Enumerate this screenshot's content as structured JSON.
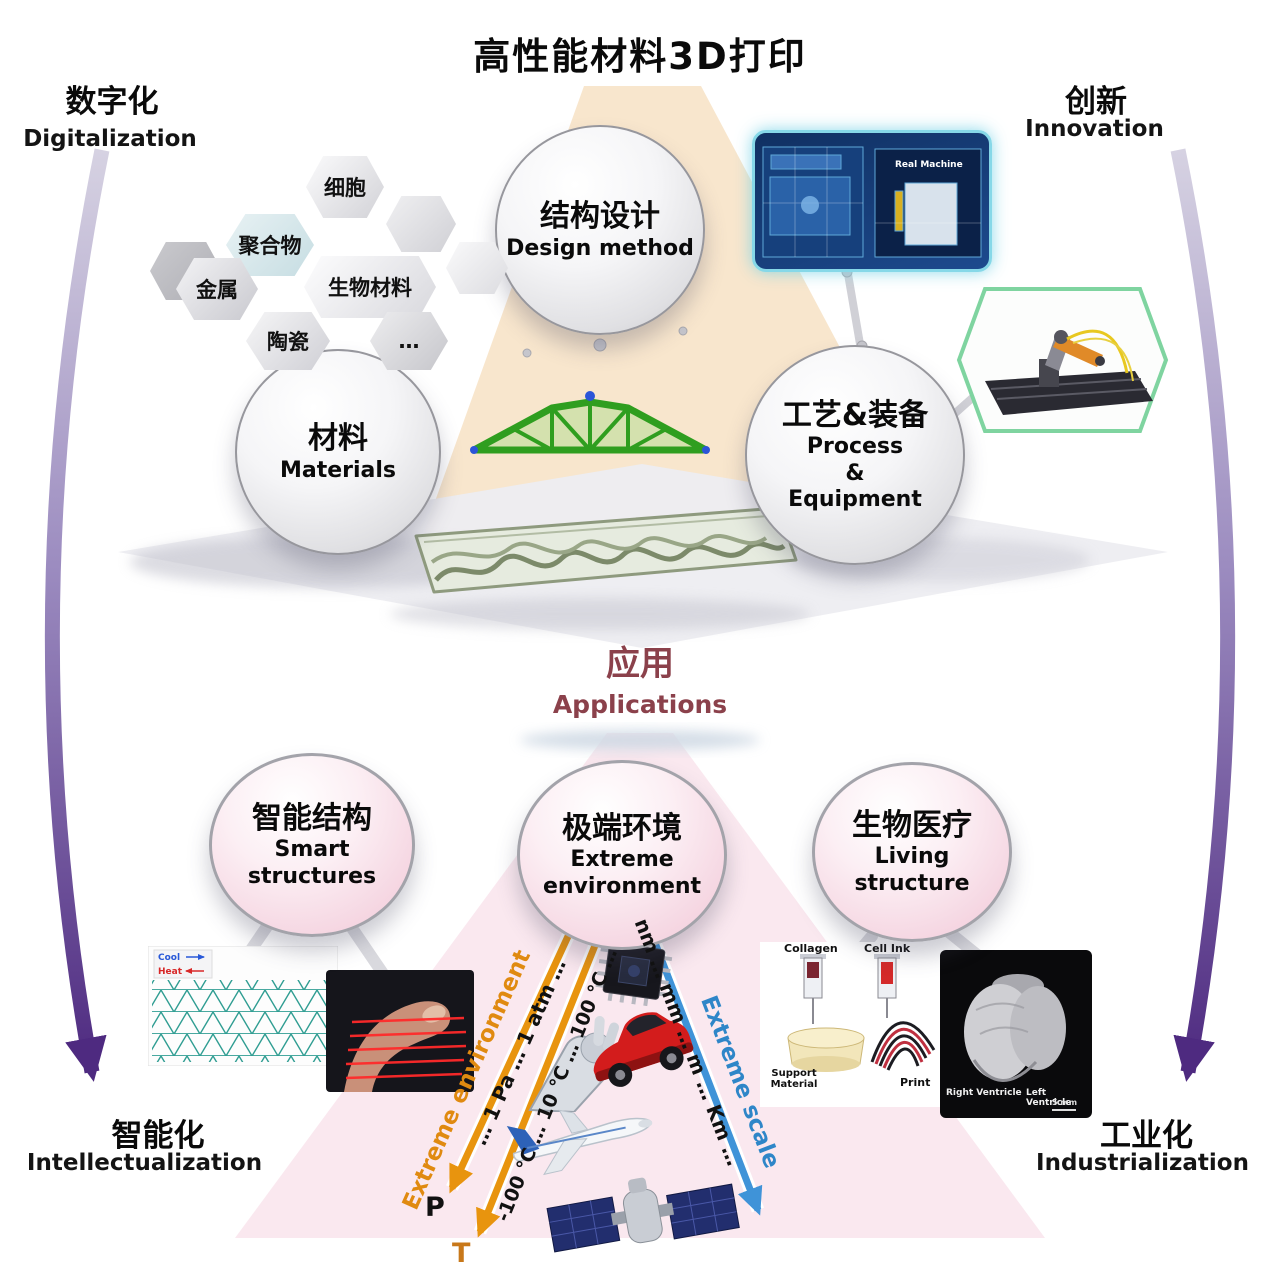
{
  "title": "高性能材料3D打印",
  "corners": {
    "digitalization": {
      "zh": "数字化",
      "en": "Digitalization"
    },
    "innovation": {
      "zh": "创新",
      "en": "Innovation"
    },
    "intellectualization": {
      "zh": "智能化",
      "en": "Intellectualization"
    },
    "industrialization": {
      "zh": "工业化",
      "en": "Industrialization"
    }
  },
  "material_hexagons": {
    "cells": "细胞",
    "polymer": "聚合物",
    "metal": "金属",
    "biomaterials": "生物材料",
    "ceramics": "陶瓷",
    "more": "…"
  },
  "pillars": {
    "design": {
      "zh": "结构设计",
      "en": "Design method"
    },
    "materials": {
      "zh": "材料",
      "en": "Materials"
    },
    "process": {
      "zh": "工艺&装备",
      "en1": "Process",
      "en2": "&",
      "en3": "Equipment"
    }
  },
  "equipment": {
    "machine_label": "Real Machine"
  },
  "applications_header": {
    "zh": "应用",
    "en": "Applications"
  },
  "application_nodes": {
    "smart": {
      "zh": "智能结构",
      "en1": "Smart",
      "en2": "structures"
    },
    "extreme": {
      "zh": "极端环境",
      "en1": "Extreme",
      "en2": "environment"
    },
    "living": {
      "zh": "生物医疗",
      "en1": "Living",
      "en2": "structure"
    }
  },
  "metamaterial": {
    "cool": "Cool",
    "heat": "Heat"
  },
  "axes": {
    "environment_label": "Extreme environment",
    "pressure_ticks": "… 1 Pa … 1 atm …",
    "pressure_axis": "P",
    "temperature_ticks": "-100 ℃ … 10 ℃ … 100 ℃ …",
    "temperature_axis": "T",
    "scale_label": "Extreme scale",
    "scale_ticks": "nm … mm … m … Km …"
  },
  "bioprinting": {
    "collagen": "Collagen",
    "cell_ink": "Cell Ink",
    "support": "Support Material",
    "print": "Print"
  },
  "heart": {
    "right_ventricle": "Right Ventricle",
    "left_ventricle": "Left Ventricle",
    "scale": "5 mm"
  },
  "colors": {
    "purple_arrow": "#4e2a80",
    "orange": "#e8940e",
    "blue": "#3f93d8",
    "maroon": "#8b414b",
    "peach_cone": "#f7e3c8",
    "pink_cone": "#f7dce6",
    "truss_green": "#2f9e1f",
    "machine_border": "#86d8e8",
    "robot_border": "#7fd4a0"
  }
}
